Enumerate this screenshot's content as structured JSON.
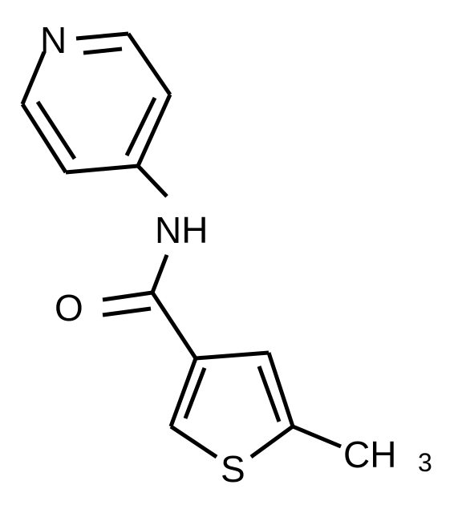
{
  "molecule": {
    "atoms": {
      "pyridine_n": "N",
      "amide_nh": "NH",
      "carbonyl_o": "O",
      "thiophene_s": "S",
      "methyl_c": "CH",
      "methyl_subscript": "3"
    }
  },
  "colors": {
    "bond": "#000000",
    "label": "#000000",
    "background": "#ffffff"
  }
}
